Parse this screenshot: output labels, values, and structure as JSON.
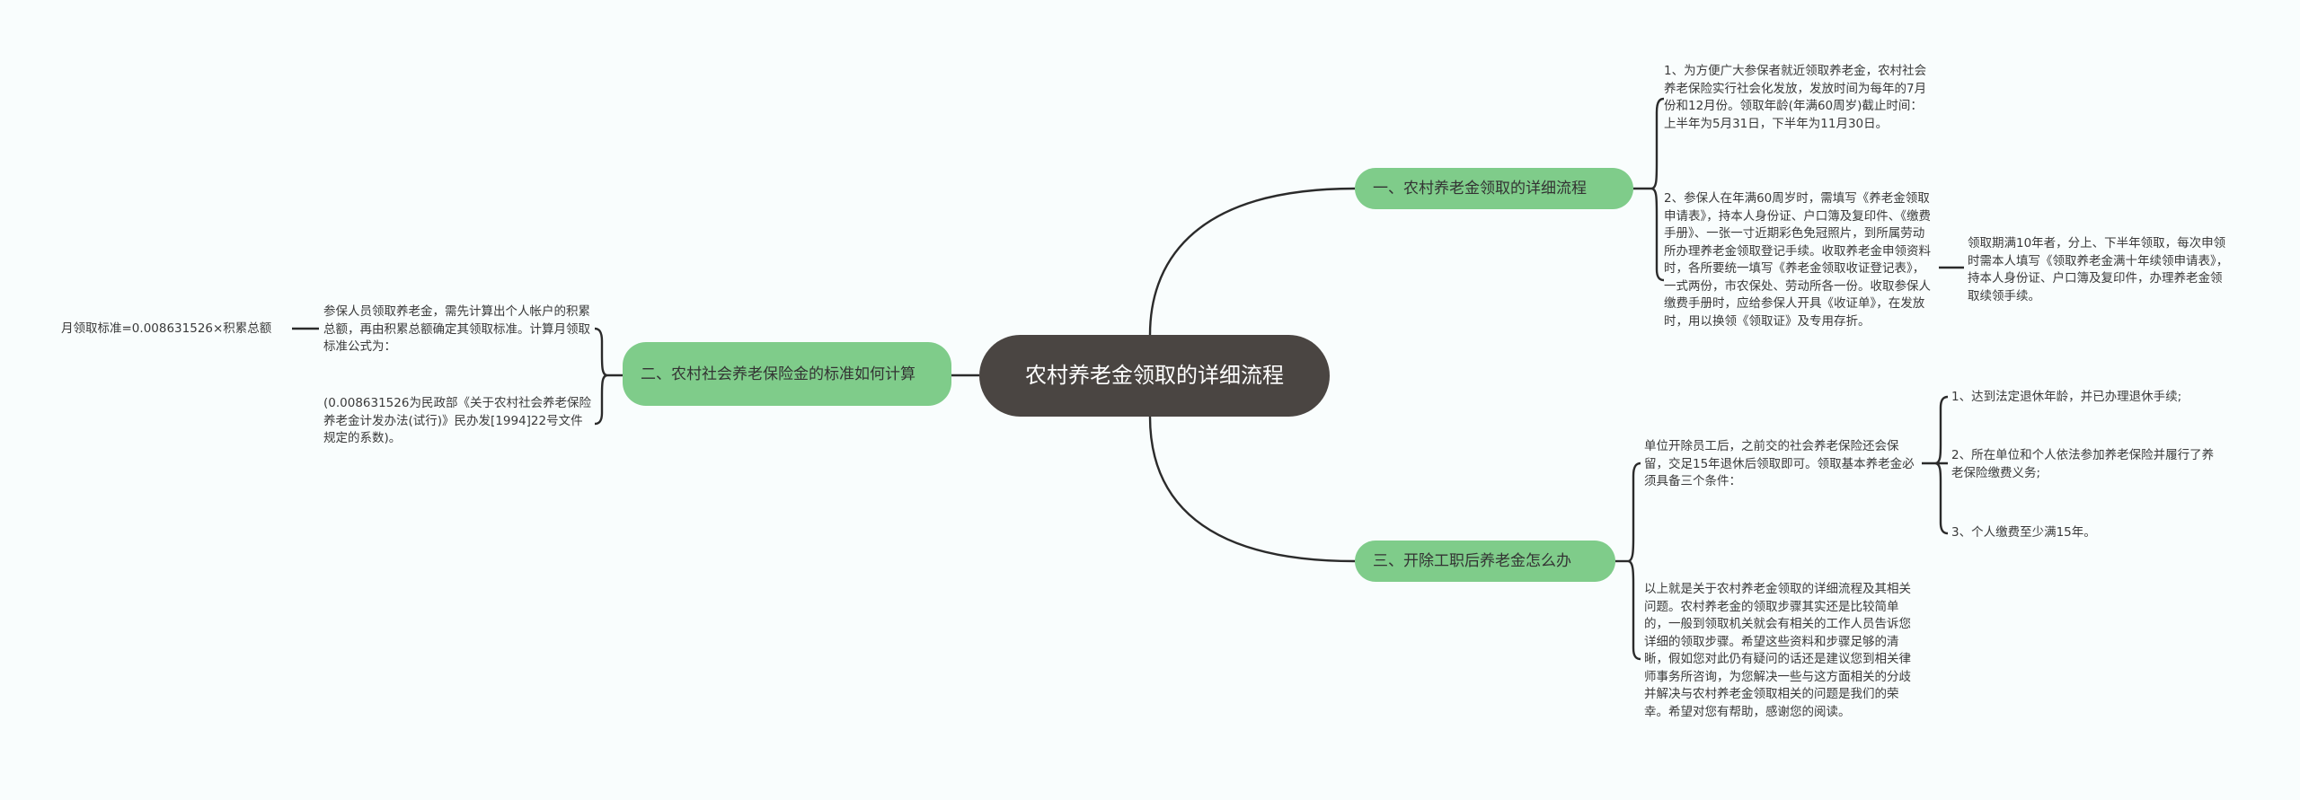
{
  "mindmap": {
    "root": "农村养老金领取的详细流程",
    "branches": [
      {
        "label": "一、农村养老金领取的详细流程",
        "leaves": [
          "1、为方便广大参保者就近领取养老金，农村社会养老保险实行社会化发放，发放时间为每年的7月份和12月份。领取年龄(年满60周岁)截止时间：上半年为5月31日，下半年为11月30日。",
          "2、参保人在年满60周岁时，需填写《养老金领取申请表》，持本人身份证、户口簿及复印件、《缴费手册》、一张一寸近期彩色免冠照片，到所属劳动所办理养老金领取登记手续。收取养老金申领资料时，各所要统一填写《养老金领取收证登记表》，一式两份，市农保处、劳动所各一份。收取参保人缴费手册时，应给参保人开具《收证单》，在发放时，用以换领《领取证》及专用存折。"
        ],
        "sub_leaf": "领取期满10年者，分上、下半年领取，每次申领时需本人填写《领取养老金满十年续领申请表》，持本人身份证、户口簿及复印件，办理养老金领取续领手续。"
      },
      {
        "label": "二、农村社会养老保险金的标准如何计算",
        "leaves": [
          "参保人员领取养老金，需先计算出个人帐户的积累总额，再由积累总额确定其领取标准。计算月领取标准公式为：",
          "(0.008631526为民政部《关于农村社会养老保险养老金计发办法(试行)》民办发[1994]22号文件规定的系数)。"
        ],
        "sub_leaf": "月领取标准=0.008631526×积累总额"
      },
      {
        "label": "三、开除工职后养老金怎么办",
        "leaves": [
          "单位开除员工后，之前交的社会养老保险还会保留，交足15年退休后领取即可。领取基本养老金必须具备三个条件：",
          "以上就是关于农村养老金领取的详细流程及其相关问题。农村养老金的领取步骤其实还是比较简单的，一般到领取机关就会有相关的工作人员告诉您详细的领取步骤。希望这些资料和步骤足够的清晰，假如您对此仍有疑问的话还是建议您到相关律师事务所咨询，为您解决一些与这方面相关的分歧并解决与农村养老金领取相关的问题是我们的荣幸。希望对您有帮助，感谢您的阅读。"
        ],
        "conditions": [
          "1、达到法定退休年龄，并已办理退休手续;",
          "2、所在单位和个人依法参加养老保险并履行了养老保险缴费义务;",
          "3、个人缴费至少满15年。"
        ]
      }
    ]
  }
}
